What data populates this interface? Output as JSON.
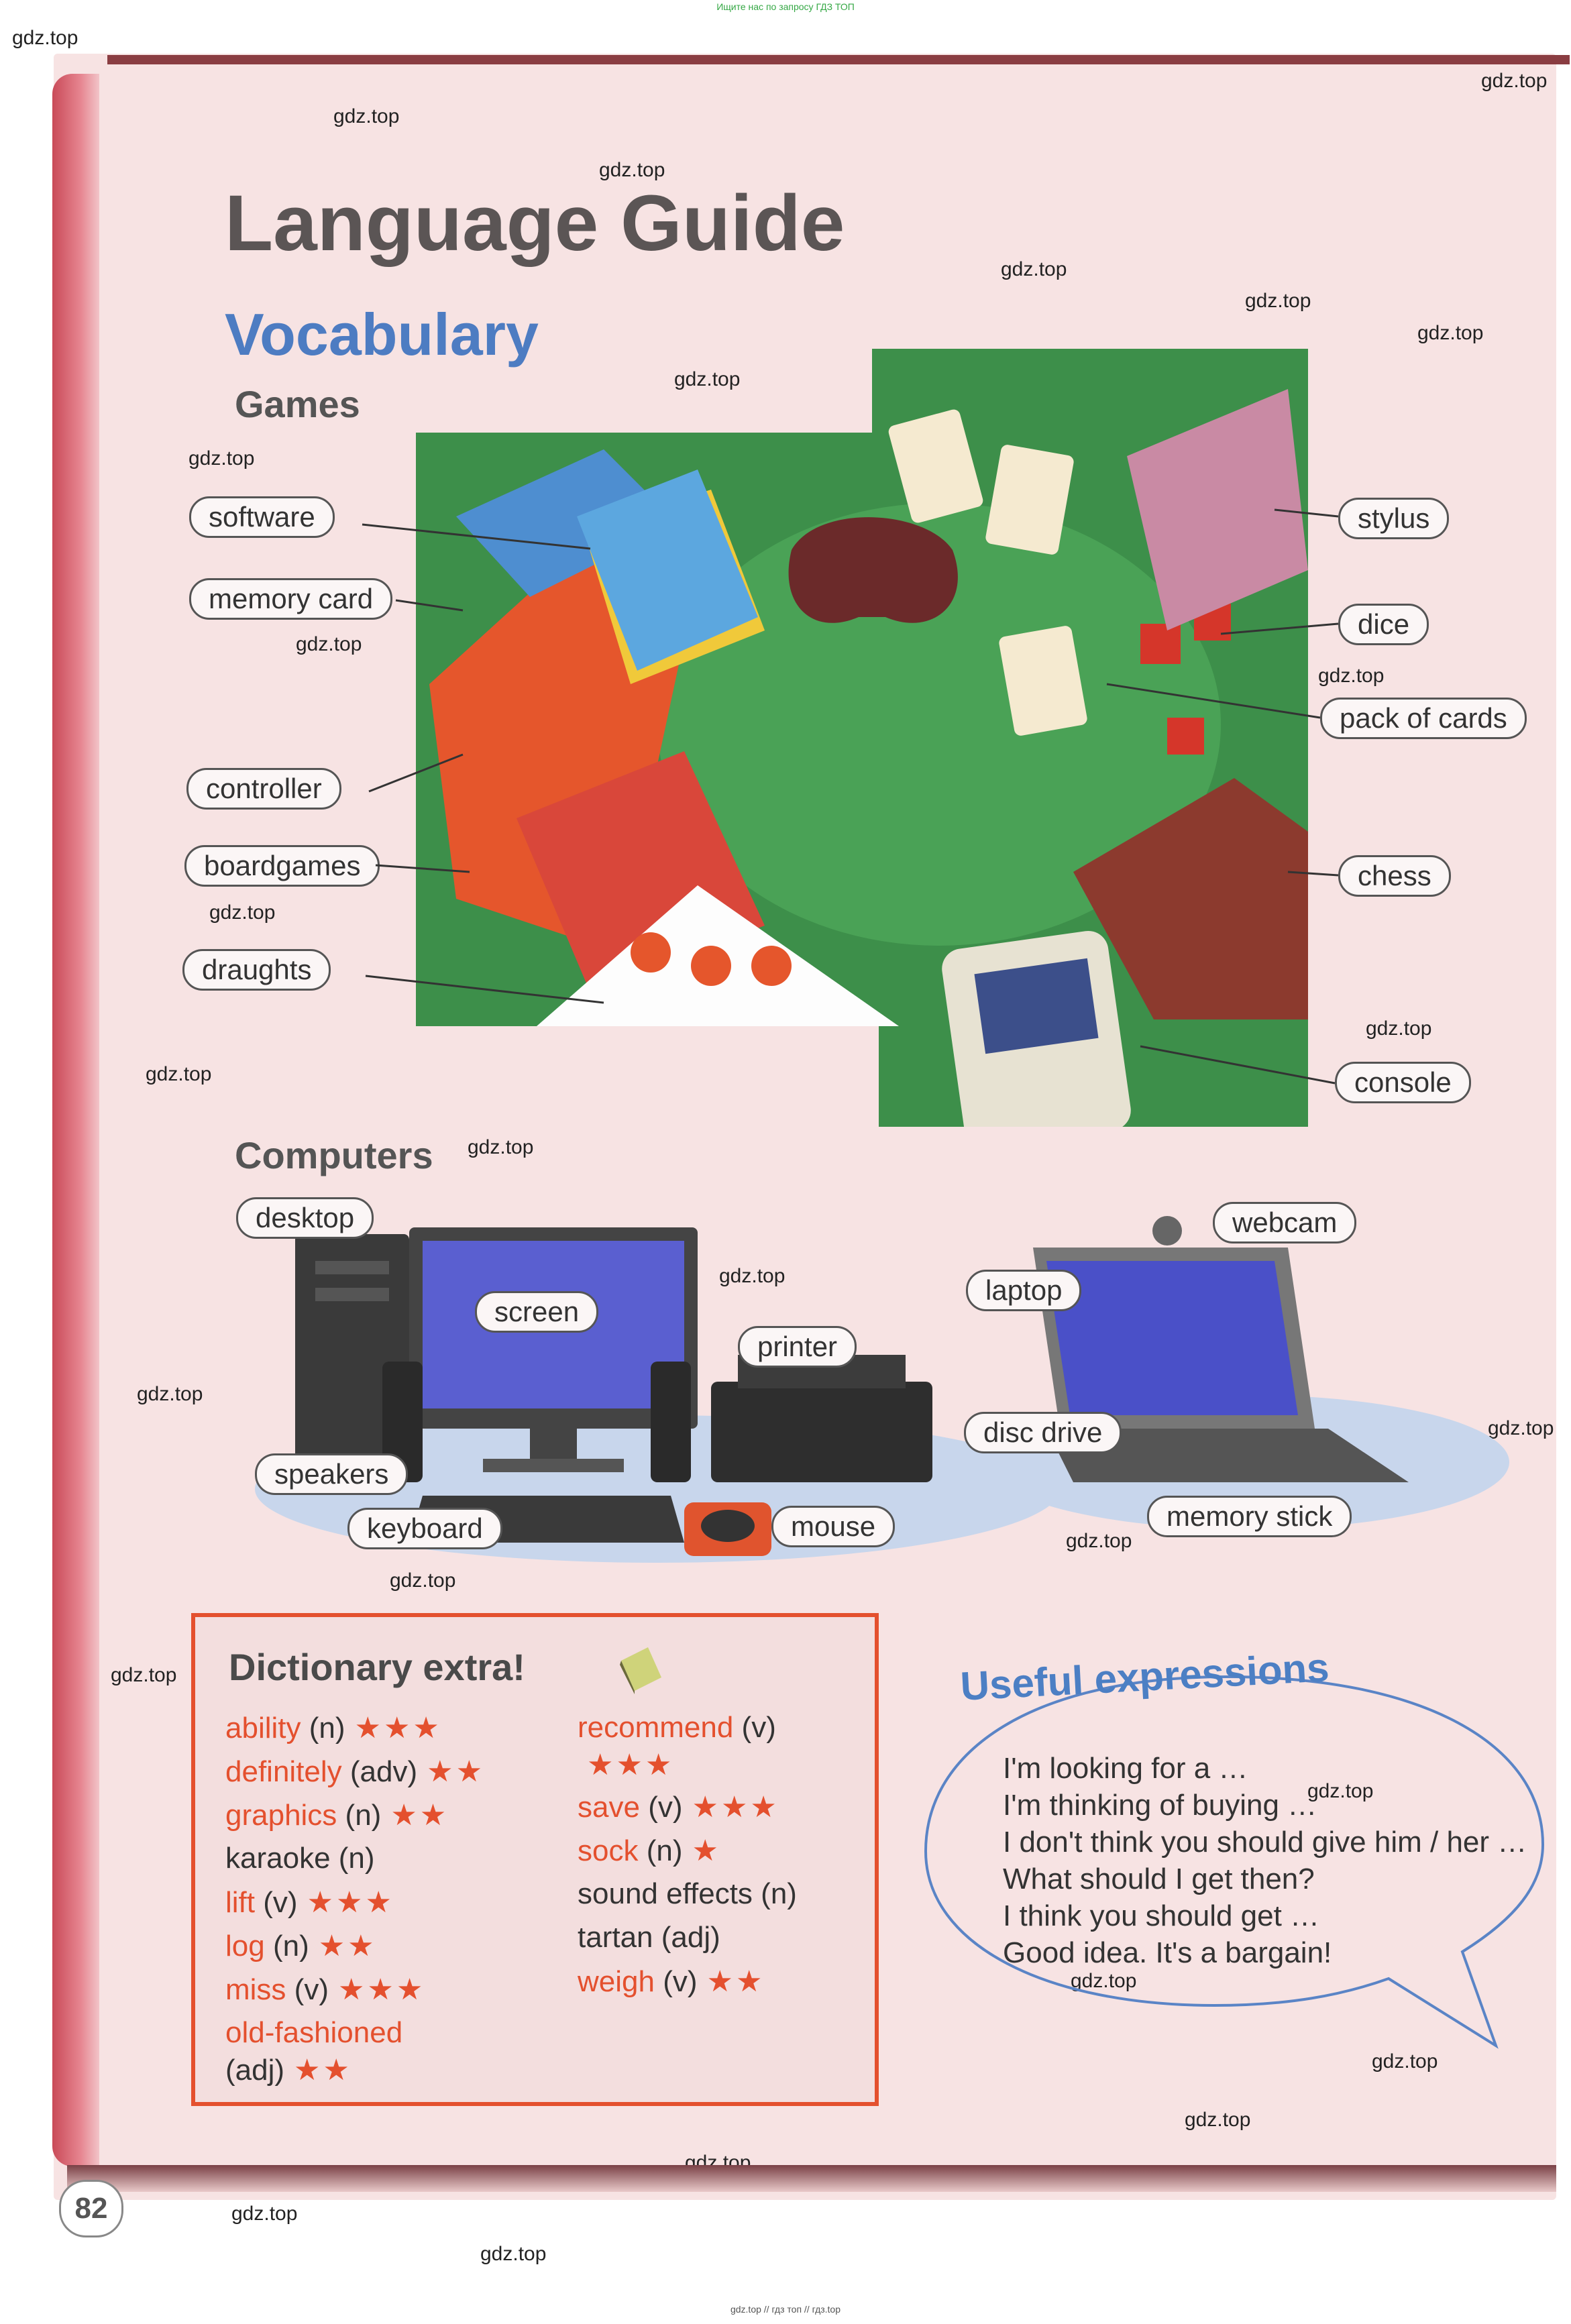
{
  "top_note": "Ищите нас по запросу ГДЗ ТОП",
  "bottom_note": "gdz.top // гдз топ // гдз.top",
  "watermark": "gdz.top",
  "page": {
    "title": "Language Guide",
    "subtitle": "Vocabulary",
    "page_number": "82"
  },
  "games": {
    "heading": "Games",
    "labels": [
      "software",
      "memory card",
      "controller",
      "boardgames",
      "draughts",
      "stylus",
      "dice",
      "pack of cards",
      "chess",
      "console"
    ]
  },
  "computers": {
    "heading": "Computers",
    "labels": [
      "desktop",
      "screen",
      "printer",
      "speakers",
      "keyboard",
      "mouse",
      "webcam",
      "laptop",
      "disc drive",
      "memory stick"
    ]
  },
  "dictionary": {
    "title": "Dictionary extra!",
    "left": [
      {
        "word": "ability",
        "pos": "(n)",
        "stars": "★★★",
        "highlight": true
      },
      {
        "word": "definitely",
        "pos": "(adv)",
        "stars": "★★",
        "highlight": true
      },
      {
        "word": "graphics",
        "pos": "(n)",
        "stars": "★★",
        "highlight": true
      },
      {
        "word": "karaoke",
        "pos": "(n)",
        "stars": "",
        "highlight": false
      },
      {
        "word": "lift",
        "pos": "(v)",
        "stars": "★★★",
        "highlight": true
      },
      {
        "word": "log",
        "pos": "(n)",
        "stars": "★★",
        "highlight": true
      },
      {
        "word": "miss",
        "pos": "(v)",
        "stars": "★★★",
        "highlight": true
      },
      {
        "word": "old-fashioned",
        "pos": "",
        "stars": "",
        "highlight": true
      },
      {
        "word": "",
        "pos": "(adj)",
        "stars": "★★",
        "highlight": false
      }
    ],
    "right": [
      {
        "word": "recommend",
        "pos": "(v)",
        "stars": "",
        "highlight": true
      },
      {
        "word": "",
        "pos": "",
        "stars": "★★★",
        "highlight": false
      },
      {
        "word": "save",
        "pos": "(v)",
        "stars": "★★★",
        "highlight": true
      },
      {
        "word": "sock",
        "pos": "(n)",
        "stars": "★",
        "highlight": true
      },
      {
        "word": "sound effects",
        "pos": "(n)",
        "stars": "",
        "highlight": false
      },
      {
        "word": "tartan",
        "pos": "(adj)",
        "stars": "",
        "highlight": false
      },
      {
        "word": "weigh",
        "pos": "(v)",
        "stars": "★★",
        "highlight": true
      }
    ]
  },
  "useful": {
    "title": "Useful expressions",
    "lines": [
      "I'm looking for a …",
      "I'm thinking of buying …",
      "I don't think you should give him / her …",
      "What should I get then?",
      "I think you should get …",
      "Good idea. It's a bargain!"
    ]
  },
  "colors": {
    "accent_red": "#e4502e",
    "title_blue": "#4d7cc2",
    "scene_green": "#3d8f4a"
  }
}
